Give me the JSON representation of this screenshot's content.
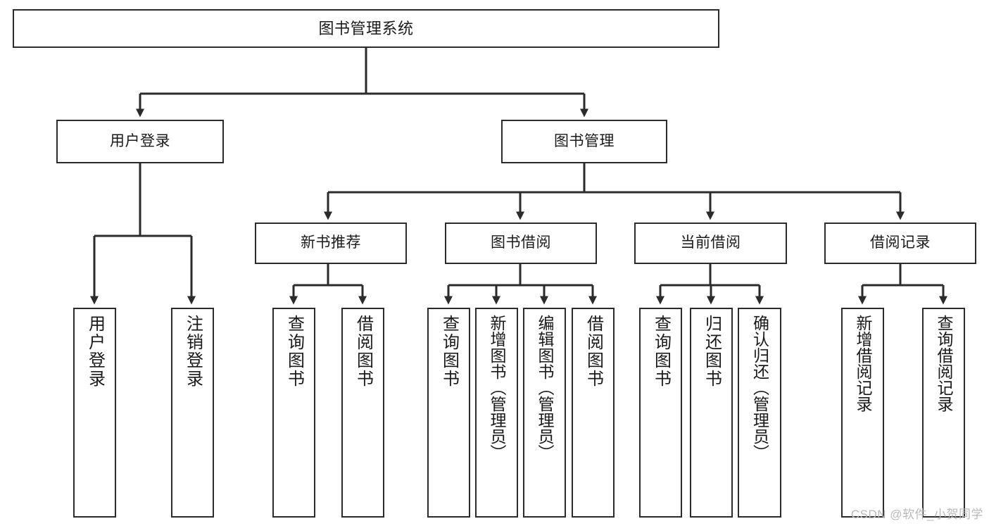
{
  "diagram": {
    "type": "tree-hierarchy-flowchart",
    "title": "图书管理系统",
    "watermark": "CSDN @软件_小贺同学",
    "colors": {
      "box_border": "#2b2b2b",
      "box_fill": "#ffffff",
      "connector": "#2b2b2b",
      "text": "#1a1a1a",
      "watermark": "#b9b9b9"
    },
    "levels": {
      "root": {
        "label": "图书管理系统"
      },
      "level2": [
        {
          "id": "user-login",
          "label": "用户登录"
        },
        {
          "id": "book-manage",
          "label": "图书管理"
        }
      ],
      "level3": [
        {
          "id": "new-book-rec",
          "label": "新书推荐",
          "parent": "book-manage"
        },
        {
          "id": "book-borrow",
          "label": "图书借阅",
          "parent": "book-manage"
        },
        {
          "id": "current-borrow",
          "label": "当前借阅",
          "parent": "book-manage"
        },
        {
          "id": "borrow-record",
          "label": "借阅记录",
          "parent": "book-manage"
        }
      ],
      "leaves": [
        {
          "id": "leaf-user-login",
          "label": "用户登录",
          "parent": "user-login"
        },
        {
          "id": "leaf-logout",
          "label": "注销登录",
          "parent": "user-login"
        },
        {
          "id": "leaf-query-book-1",
          "label": "查询图书",
          "parent": "new-book-rec"
        },
        {
          "id": "leaf-borrow-book-1",
          "label": "借阅图书",
          "parent": "new-book-rec"
        },
        {
          "id": "leaf-query-book-2",
          "label": "查询图书",
          "parent": "book-borrow"
        },
        {
          "id": "leaf-add-book",
          "label": "新增图书（管理员）",
          "parent": "book-borrow"
        },
        {
          "id": "leaf-edit-book",
          "label": "编辑图书（管理员）",
          "parent": "book-borrow"
        },
        {
          "id": "leaf-borrow-book-2",
          "label": "借阅图书",
          "parent": "book-borrow"
        },
        {
          "id": "leaf-query-book-3",
          "label": "查询图书",
          "parent": "current-borrow"
        },
        {
          "id": "leaf-return-book",
          "label": "归还图书",
          "parent": "current-borrow"
        },
        {
          "id": "leaf-confirm-return",
          "label": "确认归还（管理员）",
          "parent": "current-borrow"
        },
        {
          "id": "leaf-add-record",
          "label": "新增借阅记录",
          "parent": "borrow-record"
        },
        {
          "id": "leaf-query-record",
          "label": "查询借阅记录",
          "parent": "borrow-record"
        }
      ]
    }
  }
}
